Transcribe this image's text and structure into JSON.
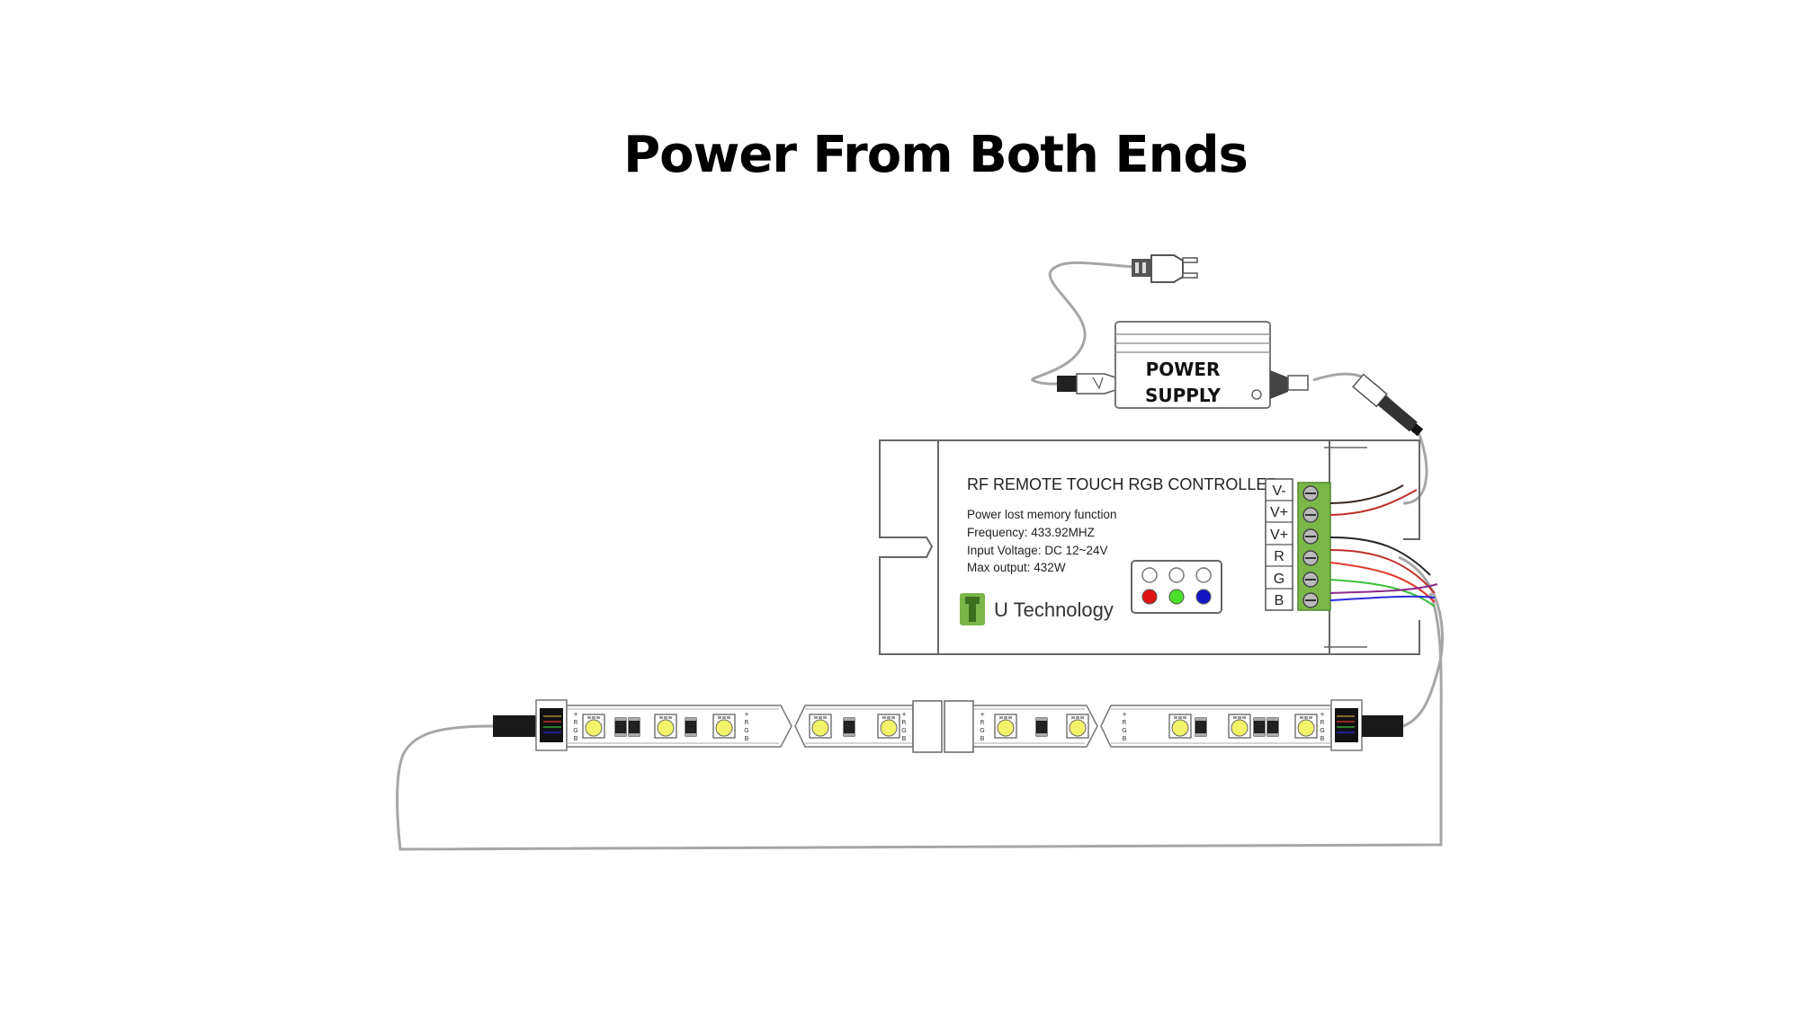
{
  "title": "Power From Both Ends",
  "power_supply": {
    "line1": "POWER",
    "line2": "SUPPLY"
  },
  "controller": {
    "name": "RF REMOTE TOUCH RGB CONTROLLER",
    "specs": [
      "Power lost memory function",
      "Frequency: 433.92MHZ",
      "Input Voltage: DC 12~24V",
      "Max output: 432W"
    ],
    "brand": "U Technology",
    "terminals": [
      "V-",
      "V+",
      "V+",
      "R",
      "G",
      "B"
    ],
    "indicator_colors": [
      "#e01414",
      "#4be02a",
      "#1515c8"
    ]
  },
  "strip": {
    "pad_labels": [
      "+",
      "R",
      "G",
      "B"
    ]
  },
  "colors": {
    "wire": "#a6a6a6",
    "terminal_block": "#7ab648",
    "connector": "#1a1a1a",
    "led": "#f3f36a",
    "brand_green": "#5a9a2f"
  }
}
